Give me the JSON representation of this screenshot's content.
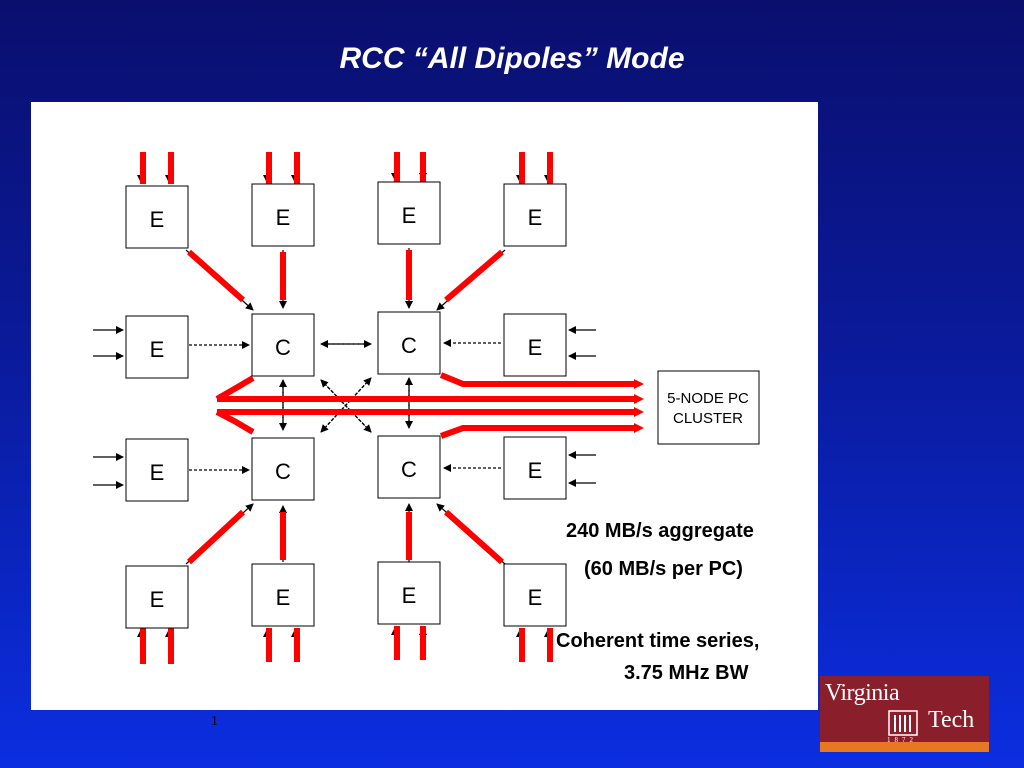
{
  "slide": {
    "title": "RCC “All Dipoles” Mode",
    "page_number": "1"
  },
  "diagram": {
    "node_e_label": "E",
    "node_c_label": "C",
    "cluster_label_line1": "5-NODE PC",
    "cluster_label_line2": "CLUSTER",
    "colors": {
      "background": "#0a1a9a",
      "panel": "#ffffff",
      "highlight_arrow": "#ff0000",
      "box_stroke": "#000000"
    }
  },
  "notes": {
    "line1": "240 MB/s aggregate",
    "line2": "(60 MB/s per PC)",
    "line3": "Coherent time series,",
    "line4": "3.75 MHz BW"
  },
  "logo": {
    "word1": "Virginia",
    "word2": "Tech",
    "year": "1872",
    "colors": {
      "maroon": "#8a1e2b",
      "orange": "#e87722"
    }
  }
}
